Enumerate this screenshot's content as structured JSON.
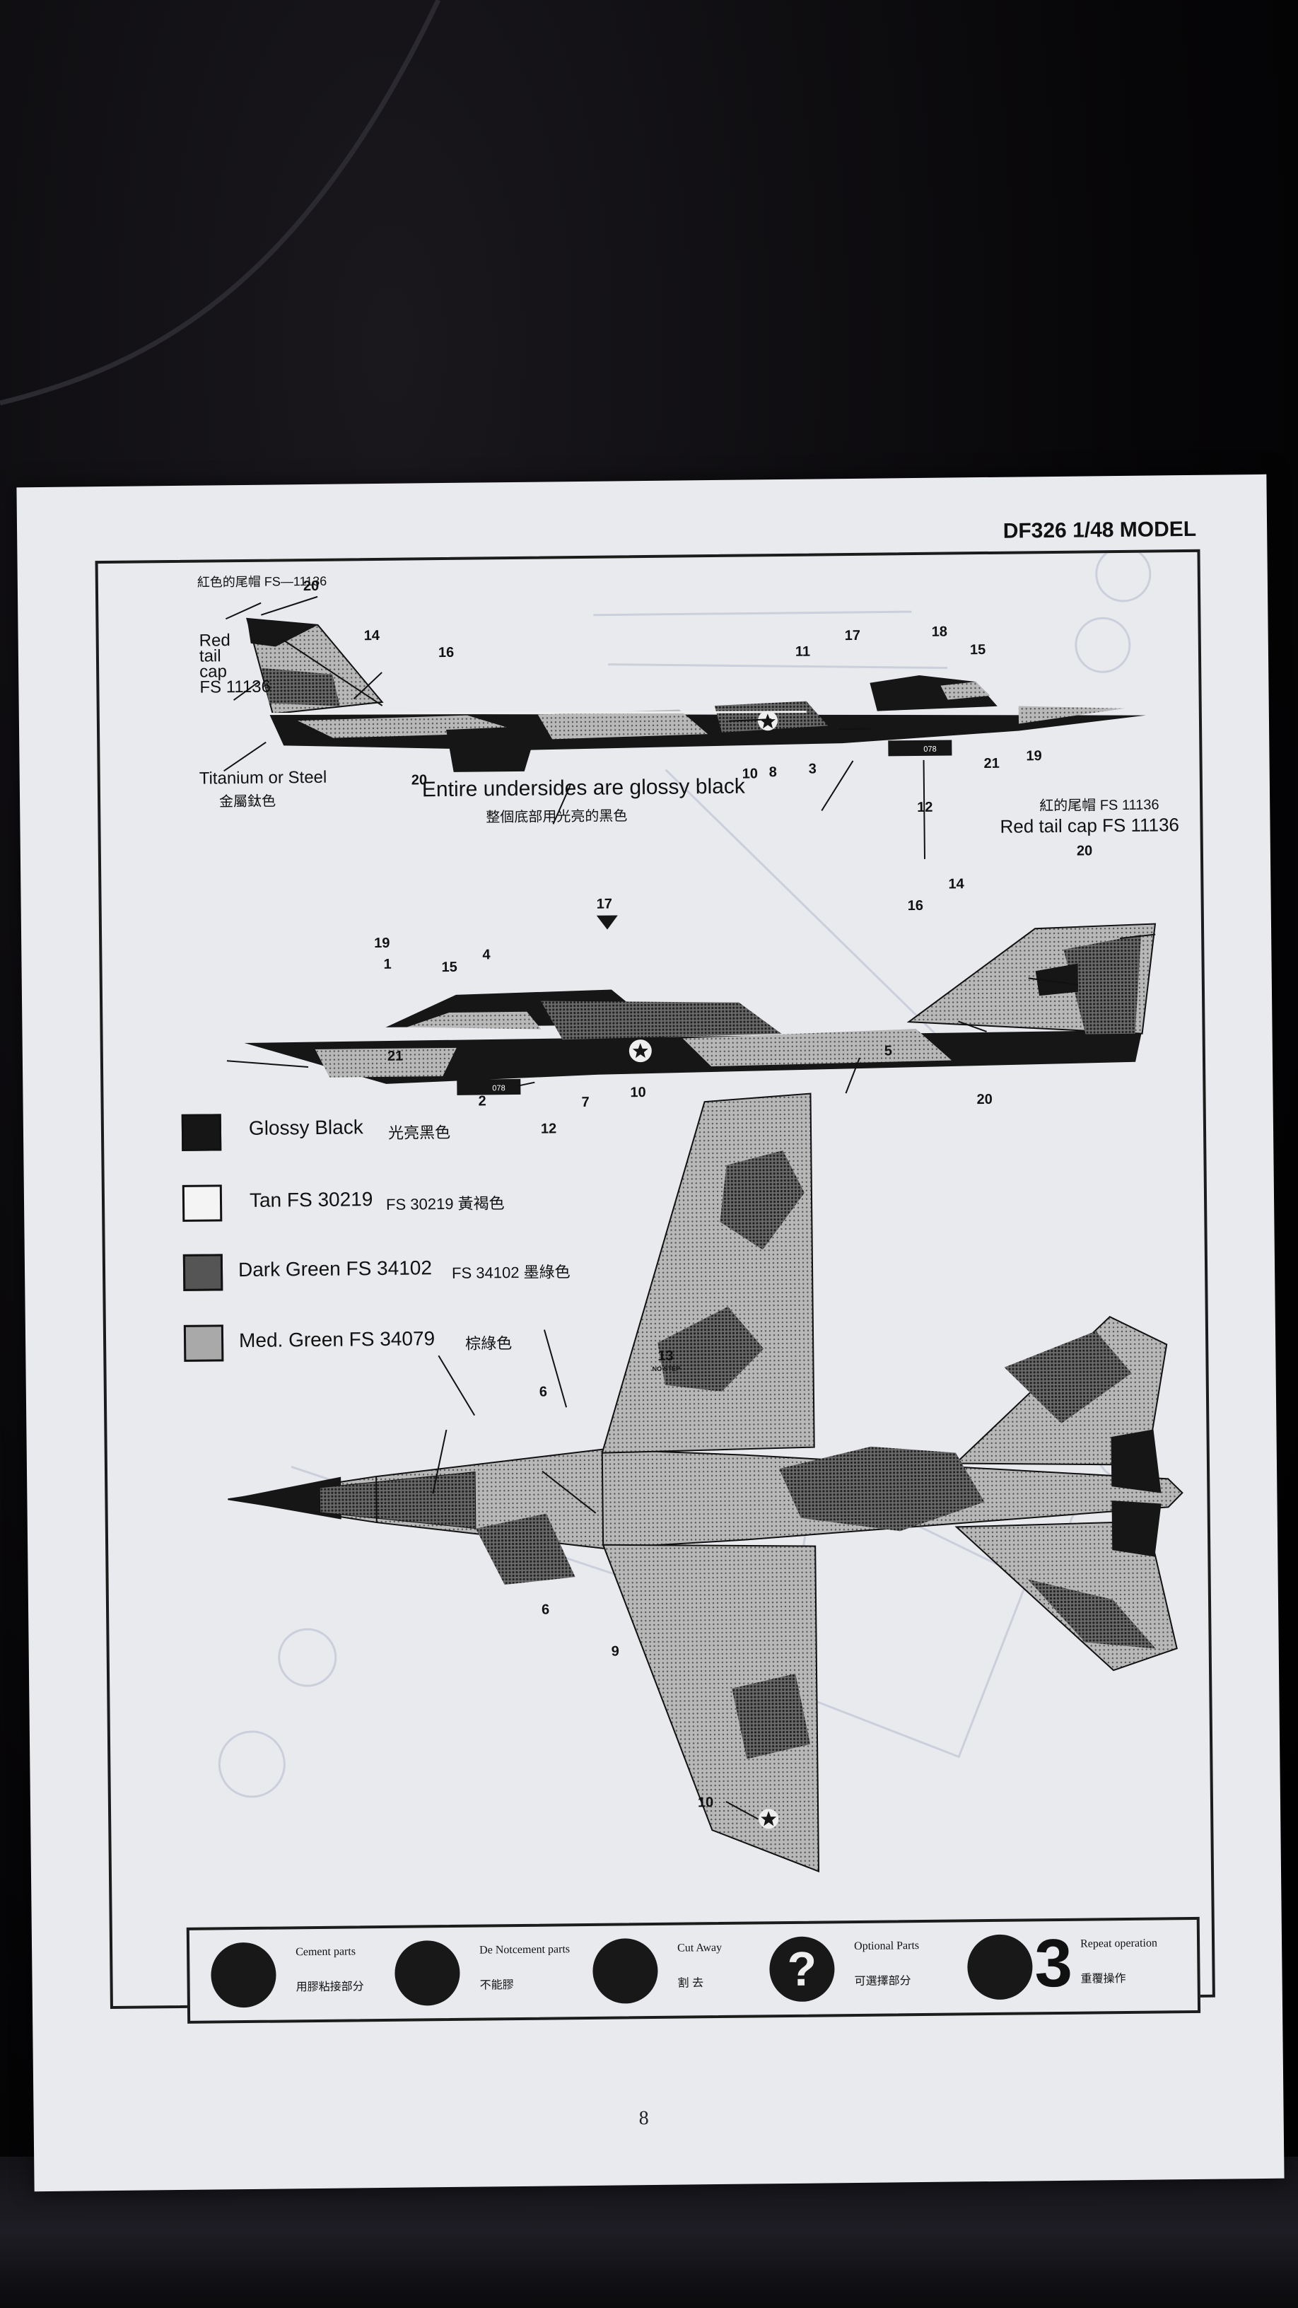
{
  "header": {
    "model": "DF326 1/48 MODEL"
  },
  "top_view": {
    "tail_cn": "紅色的尾帽 FS—11136",
    "red_tail_cap": "Red\ntail\ncap\nFS 11136",
    "titanium": "Titanium or Steel",
    "titanium_cn": "金屬鈦色",
    "undersides": "Entire undersides are glossy black",
    "undersides_cn": "整個底部用光亮的黑色",
    "callouts": [
      "20",
      "14",
      "16",
      "11",
      "17",
      "18",
      "15",
      "10",
      "8",
      "3",
      "12",
      "21",
      "19",
      "20"
    ]
  },
  "second_view": {
    "tail_cn": "紅的尾帽 FS 11136",
    "tail_en": "Red tail cap FS 11136",
    "callouts": [
      "20",
      "14",
      "16",
      "17",
      "19",
      "15",
      "4",
      "1",
      "21",
      "2",
      "12",
      "7",
      "10",
      "5",
      "20"
    ]
  },
  "legend": [
    {
      "name": "Glossy Black",
      "cn": "光亮黑色",
      "pattern": "black"
    },
    {
      "name": "Tan FS 30219",
      "cn": "FS 30219 黃褐色",
      "pattern": "tan"
    },
    {
      "name": "Dark Green FS 34102",
      "cn": "FS 34102 墨綠色",
      "pattern": "dark"
    },
    {
      "name": "Med. Green FS 34079",
      "cn": "棕綠色",
      "pattern": "med"
    }
  ],
  "plan_view": {
    "callouts": [
      "13",
      "6",
      "6",
      "9",
      "10"
    ],
    "no_step": "NO STEP"
  },
  "symbols": [
    {
      "title": "Cement parts",
      "cn": "用膠粘接部分",
      "icon": "glue-tube-icon"
    },
    {
      "title": "De Notcement parts",
      "cn": "不能膠",
      "icon": "no-glue-icon"
    },
    {
      "title": "Cut Away",
      "cn": "割 去",
      "icon": "knife-icon"
    },
    {
      "title": "Optional Parts",
      "cn": "可選擇部分",
      "icon": "question-icon"
    },
    {
      "title": "Repeat operation",
      "cn": "重覆操作",
      "icon": "repeat-icon",
      "count": "3"
    }
  ],
  "page_number": "8",
  "colors": {
    "paper": "#e9eaee",
    "ink": "#161616"
  }
}
